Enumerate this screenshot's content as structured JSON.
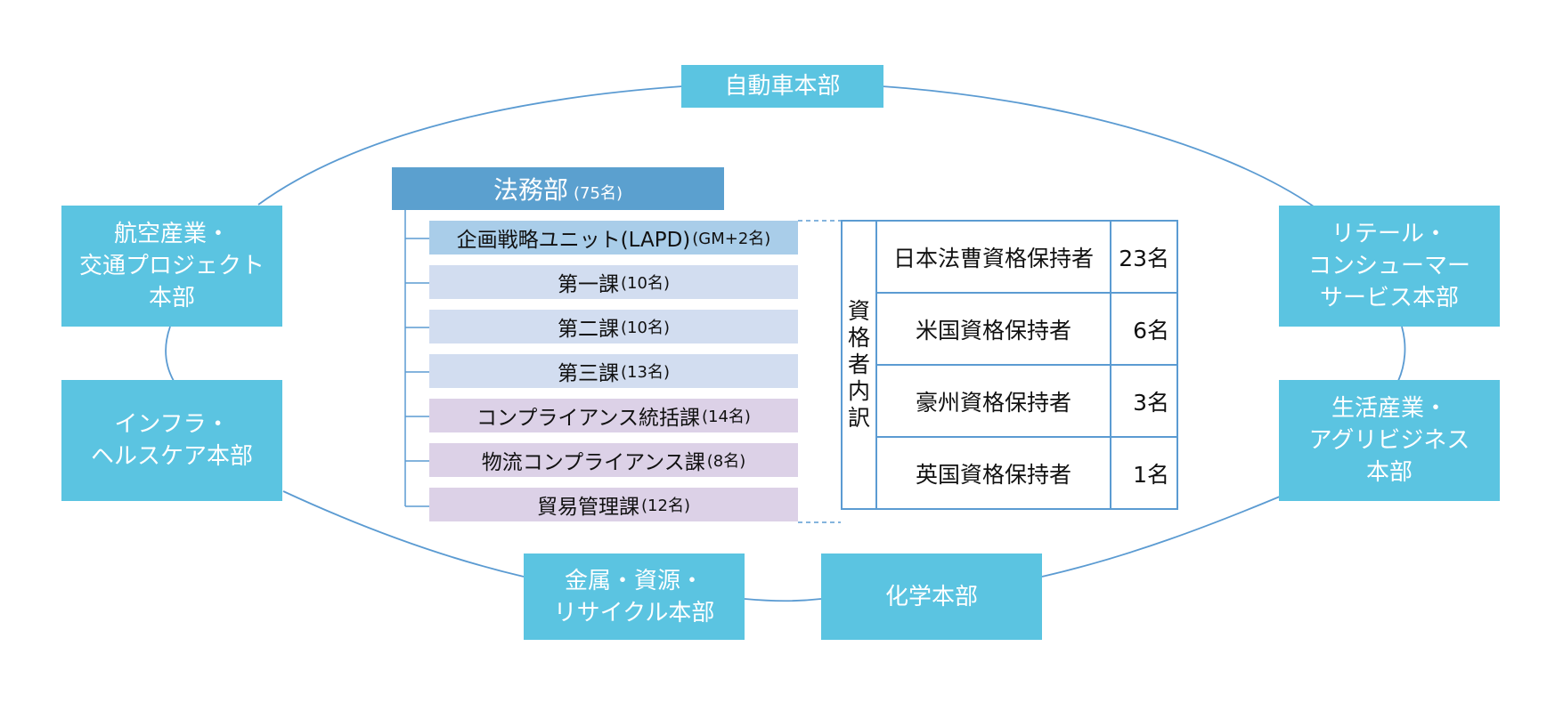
{
  "colors": {
    "division": "#5bc4e1",
    "legal_header": "#5ba0cf",
    "unit_blue": "#a9cde9",
    "unit_lavender_blue": "#d2ddf0",
    "unit_lavender": "#dcd1e7",
    "lines": "#5b9bd2"
  },
  "divisions": {
    "automotive": {
      "lines": [
        "自動車本部"
      ]
    },
    "aerospace": {
      "lines": [
        "航空産業・",
        "交通プロジェクト",
        "本部"
      ]
    },
    "infrastructure": {
      "lines": [
        "インフラ・",
        "ヘルスケア本部"
      ]
    },
    "metals": {
      "lines": [
        "金属・資源・",
        "リサイクル本部"
      ]
    },
    "chemicals": {
      "lines": [
        "化学本部"
      ]
    },
    "retail": {
      "lines": [
        "リテール・",
        "コンシューマー",
        "サービス本部"
      ]
    },
    "agri": {
      "lines": [
        "生活産業・",
        "アグリビジネス",
        "本部"
      ]
    }
  },
  "legal_department": {
    "name": "法務部",
    "count": "(75名)",
    "units": [
      {
        "name": "企画戦略ユニット(LAPD)",
        "count": "(GM+2名)",
        "color": "#a9cde9"
      },
      {
        "name": "第一課",
        "count": "(10名)",
        "color": "#d2ddf0"
      },
      {
        "name": "第二課",
        "count": "(10名)",
        "color": "#d2ddf0"
      },
      {
        "name": "第三課",
        "count": "(13名)",
        "color": "#d2ddf0"
      },
      {
        "name": "コンプライアンス統括課",
        "count": "(14名)",
        "color": "#dcd1e7"
      },
      {
        "name": "物流コンプライアンス課",
        "count": "(8名)",
        "color": "#dcd1e7"
      },
      {
        "name": "貿易管理課",
        "count": "(12名)",
        "color": "#dcd1e7"
      }
    ]
  },
  "qualifications": {
    "label": "資格者内訳",
    "rows": [
      {
        "name": "日本法曹資格保持者",
        "count": "23名"
      },
      {
        "name": "米国資格保持者",
        "count": "6名"
      },
      {
        "name": "豪州資格保持者",
        "count": "3名"
      },
      {
        "name": "英国資格保持者",
        "count": "1名"
      }
    ]
  }
}
